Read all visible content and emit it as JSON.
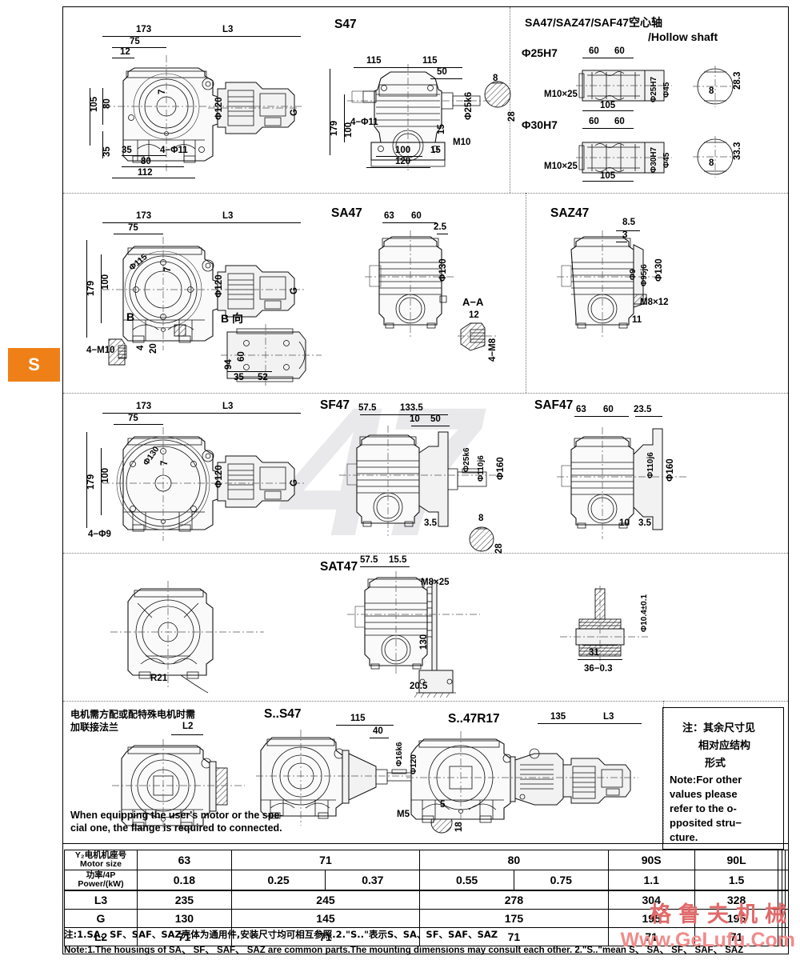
{
  "page": {
    "section_tab": "S",
    "watermark_figure": "47",
    "watermark_cn": "格鲁夫机械",
    "watermark_url": "Www.GeLufu.Com"
  },
  "panels": {
    "s47": {
      "title": "S47",
      "dims": [
        "115",
        "115",
        "50",
        "Φ25k6",
        "M10",
        "179",
        "100",
        "4−Φ11",
        "15",
        "100",
        "15",
        "120",
        "8",
        "28"
      ]
    },
    "s47_left": {
      "dims": [
        "173",
        "L3",
        "75",
        "12",
        "105",
        "80",
        "35",
        "7",
        "Φ120",
        "G",
        "35",
        "4−Φ11",
        "80",
        "112"
      ]
    },
    "hollow": {
      "title_cn": "SA47/SAZ47/SAF47空心轴",
      "title_en": "/Hollow shaft",
      "variant1": "Φ25H7",
      "variant2": "Φ30H7",
      "dims1": [
        "60",
        "60",
        "28.3",
        "M10×25",
        "105",
        "Φ25H7",
        "Φ45",
        "8"
      ],
      "dims2": [
        "60",
        "60",
        "33.3",
        "M10×25",
        "105",
        "Φ30H7",
        "Φ45",
        "8"
      ]
    },
    "sa47_left": {
      "dims": [
        "173",
        "L3",
        "75",
        "Φ115",
        "7",
        "Φ120",
        "179",
        "100",
        "G",
        "B",
        "4−M10",
        "4",
        "20",
        "B 向",
        "94",
        "60",
        "35",
        "52"
      ]
    },
    "sa47": {
      "title": "SA47",
      "dims": [
        "63",
        "60",
        "2.5",
        "Φ130",
        "A−A",
        "12",
        "4−M8"
      ]
    },
    "saz47": {
      "title": "SAZ47",
      "dims": [
        "8.5",
        "3",
        "Φ9",
        "Φ95j6",
        "Φ130",
        "M8×12",
        "11"
      ]
    },
    "sf47_left": {
      "dims": [
        "173",
        "L3",
        "75",
        "Φ130",
        "7",
        "Φ120",
        "179",
        "100",
        "G",
        "4−Φ9"
      ]
    },
    "sf47": {
      "title": "SF47",
      "dims": [
        "57.5",
        "133.5",
        "10",
        "50",
        "Φ25k6",
        "Φ110j6",
        "Φ160",
        "3.5",
        "8",
        "28"
      ]
    },
    "saf47": {
      "title": "SAF47",
      "dims": [
        "63",
        "60",
        "23.5",
        "Φ110j6",
        "Φ160",
        "10",
        "3.5"
      ]
    },
    "sat47": {
      "title": "SAT47",
      "dims": [
        "57.5",
        "15.5",
        "M8×25",
        "130",
        "20.5",
        "Φ10.4±0.1",
        "31",
        "36−0.3",
        "R21"
      ]
    },
    "flange": {
      "note_cn_1": "电机需方配或配特殊电机时需",
      "note_cn_2": "加联接法兰",
      "note_en_1": "When equipping the user's motor or the spe-",
      "note_en_2": "cial one, the flange is required to connected.",
      "dims": [
        "L2"
      ]
    },
    "ss47": {
      "title": "S..S47",
      "dims": [
        "115",
        "40",
        "Φ16k6",
        "Φ120",
        "M5",
        "5",
        "18"
      ]
    },
    "s47r17": {
      "title": "S..47R17",
      "dims": [
        "135",
        "L3"
      ]
    },
    "notebox": {
      "cn_lines": [
        "注：其余尺寸见",
        "相对应结构",
        "形式"
      ],
      "en_lines": [
        "Note:For other",
        "values please",
        "refer to the o-",
        "pposited stru−",
        "cture."
      ]
    }
  },
  "table": {
    "rows": [
      {
        "label_cn": "Y₂电机机座号",
        "label_en": "Motor size",
        "cells": [
          {
            "v": "63",
            "span": 2
          },
          {
            "v": "71",
            "span": 2
          },
          {
            "v": "80",
            "span": 2
          },
          {
            "v": "90S",
            "span": 1
          },
          {
            "v": "90L",
            "span": 1
          },
          {
            "v": "",
            "span": 1
          },
          {
            "v": "",
            "span": 1
          },
          {
            "v": "",
            "span": 1
          }
        ]
      },
      {
        "label_cn": "功率/4P",
        "label_en": "Power/(kW)",
        "cells": [
          {
            "v": "0.18",
            "span": 2
          },
          {
            "v": "0.25",
            "span": 1
          },
          {
            "v": "0.37",
            "span": 1
          },
          {
            "v": "0.55",
            "span": 1
          },
          {
            "v": "0.75",
            "span": 1
          },
          {
            "v": "1.1",
            "span": 1
          },
          {
            "v": "1.5",
            "span": 1
          },
          {
            "v": "",
            "span": 1
          },
          {
            "v": "",
            "span": 1
          },
          {
            "v": "",
            "span": 1
          }
        ]
      },
      {
        "label_cn": "L3",
        "label_en": "",
        "cells": [
          {
            "v": "235",
            "span": 2
          },
          {
            "v": "245",
            "span": 2
          },
          {
            "v": "278",
            "span": 2
          },
          {
            "v": "304",
            "span": 1
          },
          {
            "v": "328",
            "span": 1
          },
          {
            "v": "",
            "span": 1
          },
          {
            "v": "",
            "span": 1
          },
          {
            "v": "",
            "span": 1
          }
        ]
      },
      {
        "label_cn": "G",
        "label_en": "",
        "cells": [
          {
            "v": "130",
            "span": 2
          },
          {
            "v": "145",
            "span": 2
          },
          {
            "v": "175",
            "span": 2
          },
          {
            "v": "195",
            "span": 1
          },
          {
            "v": "195",
            "span": 1
          },
          {
            "v": "",
            "span": 1
          },
          {
            "v": "",
            "span": 1
          },
          {
            "v": "",
            "span": 1
          }
        ]
      },
      {
        "label_cn": "L2",
        "label_en": "",
        "cells": [
          {
            "v": "71",
            "span": 2
          },
          {
            "v": "71",
            "span": 2
          },
          {
            "v": "71",
            "span": 2
          },
          {
            "v": "71",
            "span": 1
          },
          {
            "v": "71",
            "span": 1
          },
          {
            "v": "",
            "span": 1
          },
          {
            "v": "",
            "span": 1
          },
          {
            "v": "",
            "span": 1
          }
        ]
      }
    ]
  },
  "footnotes": {
    "cn": "注:1.SA、SF、SAF、SAZ壳体为通用件,安装尺寸均可相互参照.2.\"S..\"表示S、SA、SF、SAF、SAZ",
    "en": "Note:1.The housings of SA、 SF、 SAF、 SAZ are common parts.The mounting dimensions may consult each other. 2.\"S..\"mean S、 SA、 SF、 SAF、 SAZ"
  }
}
